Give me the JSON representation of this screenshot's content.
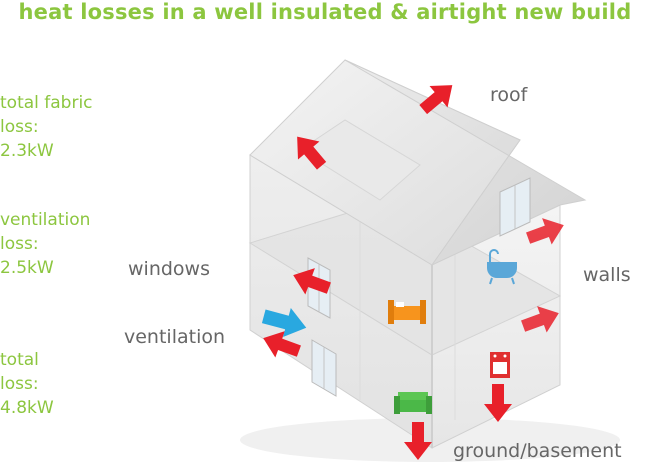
{
  "title": "heat losses in a well insulated & airtight new build",
  "stats": {
    "fabric_label": [
      "total fabric",
      "loss:"
    ],
    "fabric_value": "2.3kW",
    "ventilation_label": [
      "ventilation",
      "loss:"
    ],
    "ventilation_value": "2.5kW",
    "total_label": [
      "total",
      "loss:"
    ],
    "total_value": "4.8kW"
  },
  "labels": {
    "roof": "roof",
    "walls": "walls",
    "windows": "windows",
    "ventilation": "ventilation",
    "ground": "ground/basement"
  },
  "colors": {
    "accent_green": "#8cc63f",
    "loss_arrow_red": "#e8202a",
    "ventilation_arrow_blue": "#29a8e0",
    "label_grey": "#666666"
  },
  "icons": [
    "bed-icon",
    "bath-icon",
    "sofa-icon",
    "cooker-icon"
  ]
}
